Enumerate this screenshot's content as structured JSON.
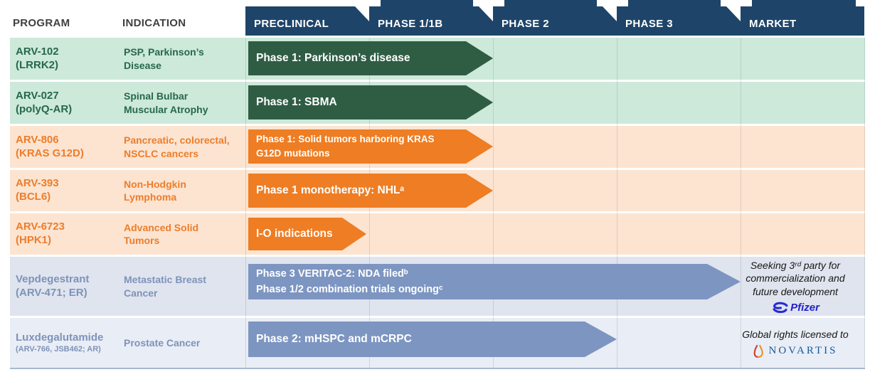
{
  "header": {
    "program": "PROGRAM",
    "indication": "INDICATION",
    "phases": [
      "PRECLINICAL",
      "PHASE 1/1B",
      "PHASE 2",
      "PHASE 3",
      "MARKET"
    ]
  },
  "rows": [
    {
      "program": "ARV-102",
      "program_sub": "(LRRK2)",
      "indication_line1": "PSP, Parkinson’s",
      "indication_line2": "Disease",
      "arrow_line1": "Phase 1: Parkinson’s disease",
      "extends_through": "Phase 1/1B",
      "color_group": "green"
    },
    {
      "program": "ARV-027",
      "program_sub": "(polyQ-AR)",
      "indication_line1": "Spinal Bulbar",
      "indication_line2": "Muscular Atrophy",
      "arrow_line1": "Phase 1: SBMA",
      "extends_through": "Phase 1/1B",
      "color_group": "green"
    },
    {
      "program": "ARV-806",
      "program_sub": "(KRAS G12D)",
      "indication_line1": "Pancreatic, colorectal,",
      "indication_line2": "NSCLC cancers",
      "arrow_line1": "Phase 1: Solid tumors harboring  KRAS",
      "arrow_line2": "G12D mutations",
      "extends_through": "Phase 1/1B",
      "color_group": "orange"
    },
    {
      "program": "ARV-393",
      "program_sub": "(BCL6)",
      "indication_line1": "Non-Hodgkin",
      "indication_line2": "Lymphoma",
      "arrow_line1": "Phase 1 monotherapy: NHLᵃ",
      "extends_through": "Phase 1/1B",
      "color_group": "orange"
    },
    {
      "program": "ARV-6723",
      "program_sub": "(HPK1)",
      "indication_line1": "Advanced Solid",
      "indication_line2": "Tumors",
      "arrow_line1": "I-O indications",
      "extends_through": "Preclinical",
      "color_group": "orange"
    },
    {
      "program": "Vepdegestrant",
      "program_sub": "(ARV-471; ER)",
      "indication_line1": "Metastatic Breast",
      "indication_line2": "Cancer",
      "arrow_line1": "Phase 3 VERITAC-2: NDA filedᵇ",
      "arrow_line2": "Phase 1/2 combination trials ongoingᶜ",
      "note": "Seeking 3ʳᵈ party for commercialization and future development",
      "partner": "Pfizer",
      "extends_through": "Phase 3",
      "color_group": "slate"
    },
    {
      "program": "Luxdegalutamide",
      "program_sub": "(ARV-766, JSB462; AR)",
      "indication_line1": "Prostate Cancer",
      "indication_line2": "",
      "arrow_line1": "Phase 2: mHSPC and mCRPC",
      "note": "Global rights licensed to",
      "partner": "NOVARTIS",
      "extends_through": "Phase 2",
      "color_group": "slate"
    }
  ],
  "colors": {
    "header_navy": "#1E4569",
    "green_arrow": "#2F5D44",
    "green_row_bg": "#CDE9DA",
    "green_text": "#26684C",
    "orange_arrow": "#EE7D23",
    "orange_row_bg": "#FCE4D1",
    "orange_text": "#ED7D2B",
    "slate_arrow": "#7D95C1",
    "slate_row1_bg": "#DFE4EE",
    "slate_row2_bg": "#E9EDF5",
    "slate_text": "#7E93BA",
    "pfizer_blue": "#2222CB",
    "novartis_blue": "#15599E",
    "novartis_flame_red": "#CF3E2C",
    "novartis_flame_orange": "#E8922D"
  }
}
